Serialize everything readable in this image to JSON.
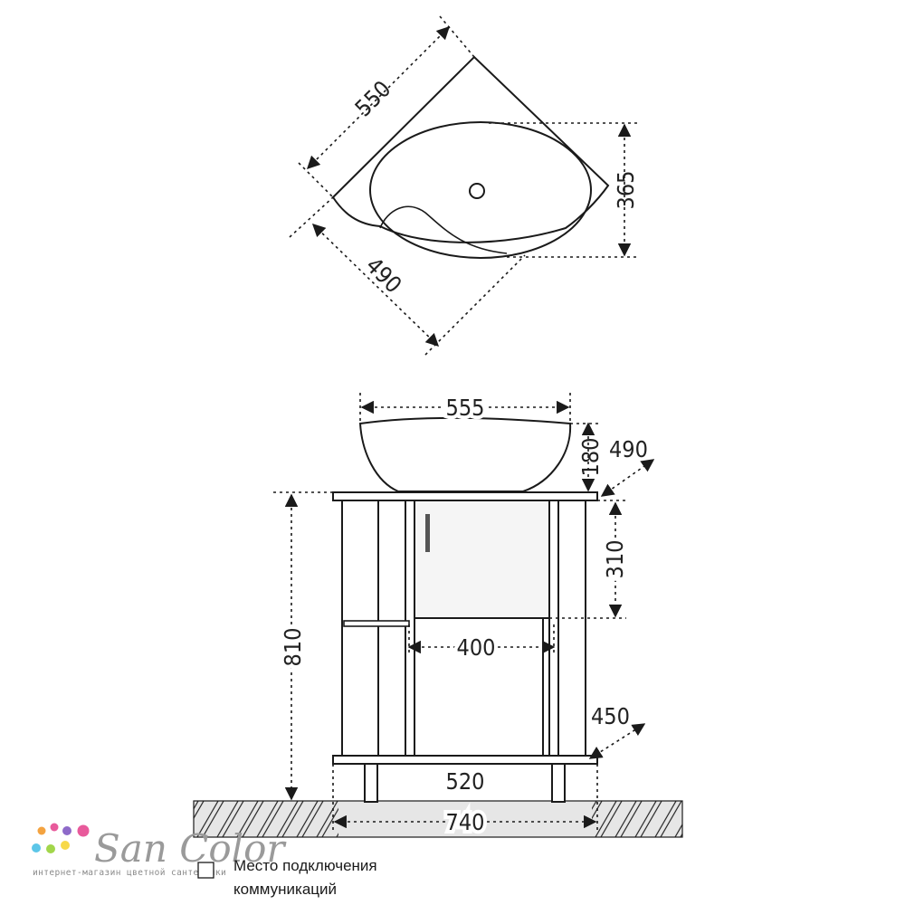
{
  "diagram": {
    "top_view": {
      "dim_width": "550",
      "dim_depth": "490",
      "dim_bowl": "365"
    },
    "front_view": {
      "dim_bowl_width": "555",
      "dim_bowl_height": "180",
      "dim_top_depth": "490",
      "dim_cabinet_height": "310",
      "dim_door_width": "400",
      "dim_total_height": "810",
      "dim_shelf_depth": "450",
      "dim_base_width": "520",
      "dim_total_width": "740"
    }
  },
  "legend": {
    "line1": "Место подключения",
    "line2": "коммуникаций"
  },
  "brand": {
    "name": "San Color",
    "tagline": "интернет-магазин цветной сантехники"
  },
  "colors": {
    "line": "#1a1a1a",
    "floor_fill": "#e6e6e6",
    "door_fill": "#f5f5f5",
    "logo_text": "#9a9a9a",
    "logo_dots": [
      "#f4a340",
      "#e85a9b",
      "#8e6ac9",
      "#5cc6e8",
      "#a2d64a",
      "#f7d94a"
    ]
  }
}
